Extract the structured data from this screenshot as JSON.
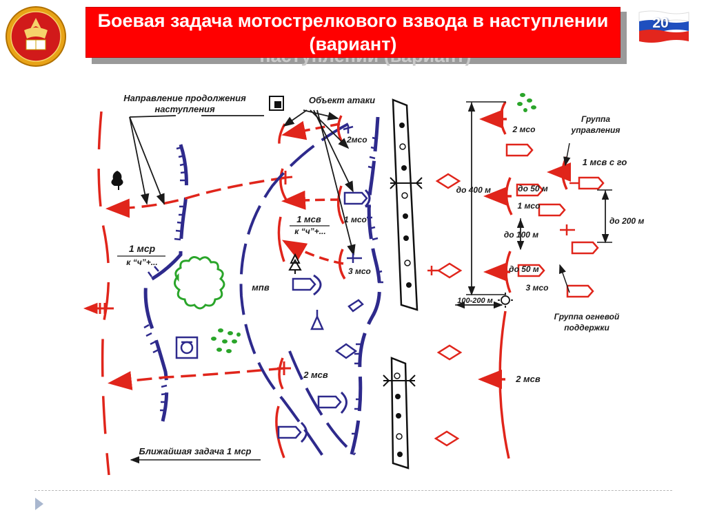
{
  "slide": {
    "title": "Боевая задача мотострелкового взвода в наступлении (вариант)",
    "title_shadow_text": "наступлении (вариант)",
    "page_number": "20"
  },
  "colors": {
    "title_bg": "#ff0000",
    "red": "#e0251b",
    "blue": "#2e2a8c",
    "green": "#2aa52a"
  },
  "labels": {
    "direction_continue_l1": "Направление продолжения",
    "direction_continue_l2": "наступления",
    "attack_object": "Объект атаки",
    "mso2": "2мсо",
    "mso1": "1 мсо",
    "mso3": "3 мсо",
    "msv1": "1 мсв",
    "msv1_time": "к “ч”+...",
    "msr1": "1 мср",
    "msr1_time": "к “ч”+...",
    "mpv": "мпв",
    "msv2": "2 мсв",
    "nearest_task": "Ближайшая задача 1 мср",
    "r_mso2": "2 мсо",
    "group_control_l1": "Группа",
    "group_control_l2": "управления",
    "msv1_go": "1 мсв с го",
    "up_to_400": "до 400 м",
    "up_to_50_a": "до 50 м",
    "r_mso1": "1 мсо",
    "up_to_200": "до 200 м",
    "up_to_100": "до 100 м",
    "up_to_50_b": "до 50 м",
    "r_mso3": "3 мсо",
    "range_100_200": "100-200 м",
    "fire_group_l1": "Группа огневой",
    "fire_group_l2": "поддержки",
    "r_msv2": "2 мсв"
  },
  "icons": {
    "emblem": "military-university-emblem-icon",
    "flag": "russian-flag-icon",
    "footer_arrow": "triangle-right-icon"
  }
}
